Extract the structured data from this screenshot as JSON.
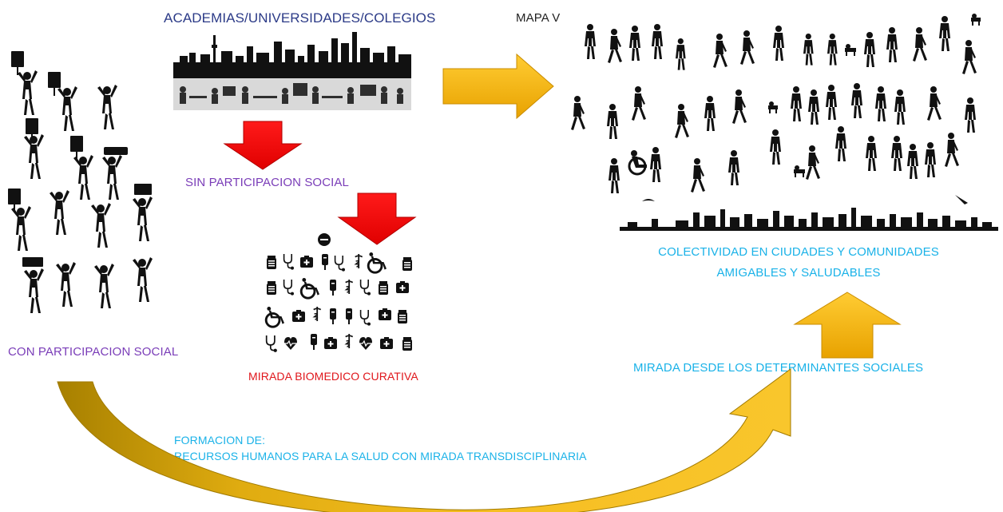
{
  "labels": {
    "academias": "ACADEMIAS/UNIVERSIDADES/COLEGIOS",
    "mapa": "MAPA V",
    "sin_participacion": "SIN PARTICIPACION SOCIAL",
    "con_participacion": "CON PARTICIPACION SOCIAL",
    "mirada_biomedico": "MIRADA BIOMEDICO CURATIVA",
    "colectividad_line1": "COLECTIVIDAD EN CIUDADES Y COMUNIDADES",
    "colectividad_line2": "AMIGABLES Y SALUDABLES",
    "mirada_determinantes": "MIRADA DESDE LOS DETERMINANTES SOCIALES",
    "formacion_line1": "FORMACION DE:",
    "formacion_line2": "RECURSOS HUMANOS PARA LA SALUD CON MIRADA TRANSDISCIPLINARIA"
  },
  "colors": {
    "navy": "#2b3a87",
    "purple": "#7a3db8",
    "cyan": "#1ab2e8",
    "red_text": "#e0161b",
    "red_arrow": "#ff0000",
    "gold_arrow": "#f7b500"
  },
  "icons": [
    "protester-icon",
    "city-skyline-icon",
    "office-scene-icon",
    "medical-icons-icon",
    "crowd-icon",
    "down-arrow-icon",
    "right-arrow-icon",
    "up-arrow-icon",
    "curved-arrow-icon"
  ]
}
